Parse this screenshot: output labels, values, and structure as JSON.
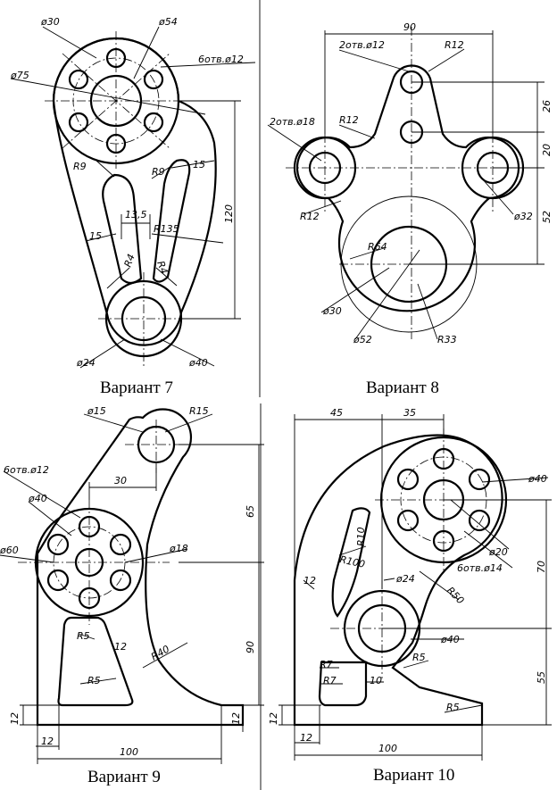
{
  "captions": {
    "v7": "Вариант 7",
    "v8": "Вариант 8",
    "v9": "Вариант 9",
    "v10": "Вариант 10"
  },
  "v7": {
    "d30": "ø30",
    "d54": "ø54",
    "d75": "ø75",
    "holes": "6отв.ø12",
    "r9a": "R9",
    "r9b": "R9",
    "w15a": "15",
    "w15b": "15",
    "d13_5": "13,5",
    "r135": "R135",
    "r4a": "R4",
    "r4b": "R4",
    "d120": "120",
    "d24": "ø24",
    "d40": "ø40"
  },
  "v8": {
    "d90": "90",
    "holes12": "2отв.ø12",
    "r12top": "R12",
    "holes18": "2отв.ø18",
    "r12a": "R12",
    "r12b": "R12",
    "d26": "26",
    "d20": "20",
    "d52": "52",
    "d32": "ø32",
    "r64": "R64",
    "d30": "ø30",
    "d52b": "ø52",
    "r33": "R33"
  },
  "v9": {
    "d15": "ø15",
    "r15": "R15",
    "holes": "6отв.ø12",
    "d30": "30",
    "d65": "65",
    "d40": "ø40",
    "d60": "ø60",
    "d18": "ø18",
    "r5a": "R5",
    "w12": "12",
    "r40": "R40",
    "d90": "90",
    "r5b": "R5",
    "h12a": "12",
    "h12b": "12",
    "w12b": "12",
    "d100": "100"
  },
  "v10": {
    "d45": "45",
    "d35": "35",
    "d40": "ø40",
    "r10": "R10",
    "r100": "R100",
    "d20": "ø20",
    "holes": "6отв.ø14",
    "d70": "70",
    "w12": "12",
    "d24": "ø24",
    "r50": "R50",
    "d40b": "ø40",
    "r7a": "R7",
    "r7b": "R7",
    "d10": "10",
    "r5a": "R5",
    "d55": "55",
    "r5b": "R5",
    "h12": "12",
    "w12b": "12",
    "d100": "100"
  }
}
